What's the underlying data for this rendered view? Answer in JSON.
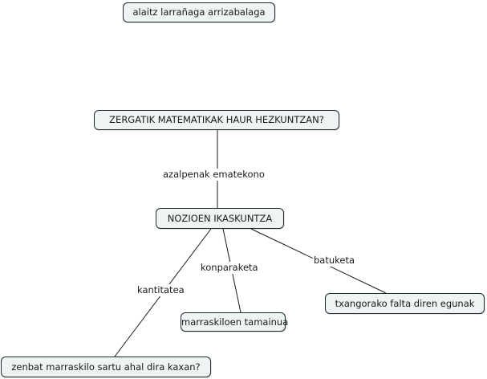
{
  "author": "alaitz larrañaga arrizabalaga",
  "concepts": {
    "root": "ZERGATIK MATEMATIKAK HAUR HEZKUNTZAN?",
    "center": "NOZIOEN IKASKUNTZA",
    "quantity": "zenbat marraskilo sartu ahal dira kaxan?",
    "size": "marraskiloen tamainua",
    "sum": "txangorako falta diren egunak"
  },
  "links": {
    "root_center": "azalpenak ematekono",
    "center_quantity": "kantitatea",
    "center_size": "konparaketa",
    "center_sum": "batuketa"
  },
  "colors": {
    "node_fill": "#eef3f4",
    "node_border": "#1f2a2e",
    "line": "#1a1a1a"
  }
}
